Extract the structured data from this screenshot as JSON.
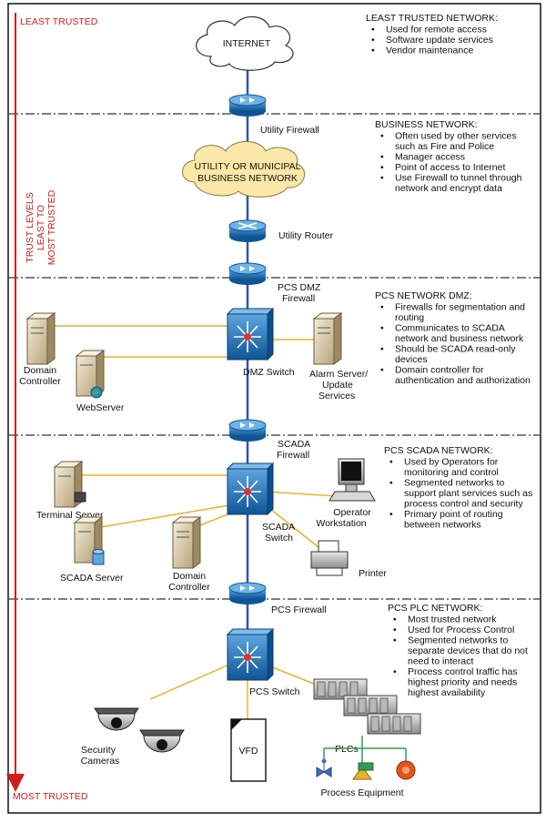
{
  "trust_scale": {
    "top": "LEAST TRUSTED",
    "bottom": "MOST TRUSTED",
    "side_lines": [
      "TRUST LEVELS",
      "LEAST TO",
      "MOST TRUSTED"
    ]
  },
  "zones": [
    {
      "id": "least",
      "title": "LEAST TRUSTED NETWORK:",
      "bullets": [
        "Used for remote access",
        "Software update services",
        "Vendor maintenance"
      ]
    },
    {
      "id": "business",
      "title": "BUSINESS NETWORK:",
      "bullets": [
        "Often used by other services|such as Fire and Police",
        "Manager access",
        "Point of access to Internet",
        "Use Firewall to tunnel through|network and encrypt data"
      ]
    },
    {
      "id": "dmz",
      "title": "PCS NETWORK DMZ:",
      "bullets": [
        "Firewalls for segmentation and|routing",
        "Communicates to SCADA|network and business network",
        "Should be SCADA read-only|devices",
        "Domain controller for|authentication and authorization"
      ]
    },
    {
      "id": "scada",
      "title": "PCS SCADA NETWORK:",
      "bullets": [
        "Used by Operators for|monitoring and control",
        "Segmented networks to|support plant services such as|process control and security",
        "Primary point of routing|between networks"
      ]
    },
    {
      "id": "plc",
      "title": "PCS PLC NETWORK:",
      "bullets": [
        "Most trusted network",
        "Used for Process Control",
        "Segmented networks to|separate devices that do not|need to interact",
        "Process control traffic has|highest priority and needs|highest availability"
      ]
    }
  ],
  "devices": {
    "internet": "INTERNET",
    "utility_cloud": [
      "UTILITY OR MUNICIPAL",
      "BUSINESS NETWORK"
    ],
    "utility_firewall": "Utility Firewall",
    "utility_router": "Utility Router",
    "pcs_dmz_firewall": [
      "PCS DMZ",
      "Firewall"
    ],
    "dmz_switch": "DMZ Switch",
    "domain_controller_dmz": [
      "Domain",
      "Controller"
    ],
    "webserver": "WebServer",
    "alarm_server": [
      "Alarm Server/",
      "Update",
      "Services"
    ],
    "scada_firewall": [
      "SCADA",
      "Firewall"
    ],
    "scada_switch": [
      "SCADA",
      "Switch"
    ],
    "terminal_server": "Terminal Server",
    "scada_server": "SCADA Server",
    "domain_controller_scada": [
      "Domain",
      "Controller"
    ],
    "operator_workstation": [
      "Operator",
      "Workstation"
    ],
    "printer": "Printer",
    "pcs_firewall": "PCS Firewall",
    "pcs_switch": "PCS Switch",
    "security_cameras": [
      "Security",
      "Cameras"
    ],
    "vfd": "VFD",
    "plcs": "PLCs",
    "process_equipment": "Process Equipment"
  },
  "colors": {
    "trust_arrow": "#d31b1b",
    "backbone": "#2f55a8",
    "link": "#e8b22a",
    "device_blue": "#1f6fb5",
    "cloud_fill": "#fbe7a8",
    "process_line": "#2e9e55"
  }
}
